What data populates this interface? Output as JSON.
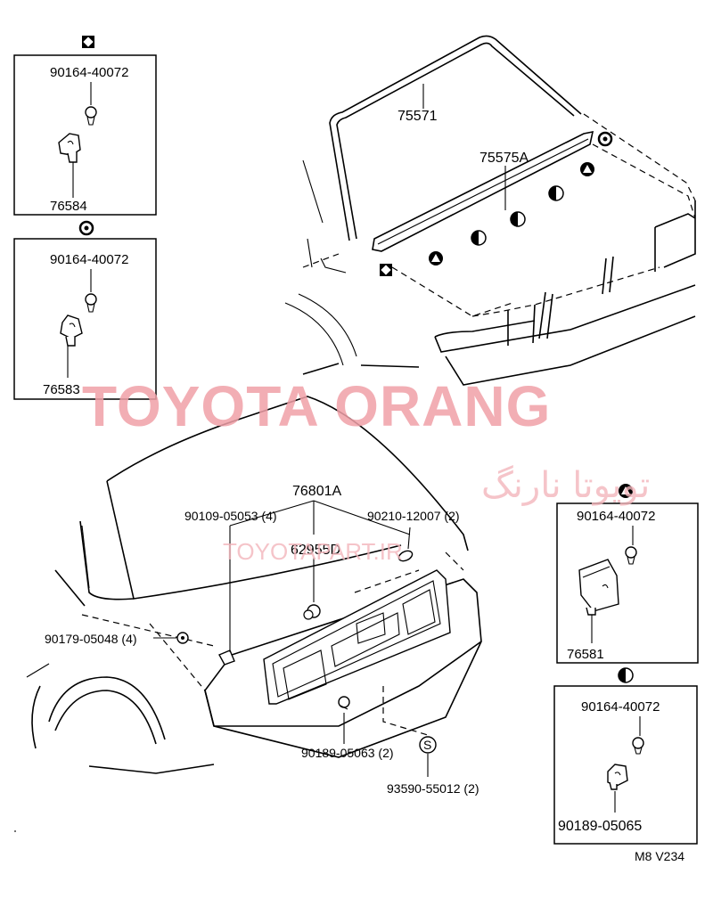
{
  "labels": {
    "p90164_a": "90164-40072",
    "p76584": "76584",
    "p90164_b": "90164-40072",
    "p76583": "76583",
    "p75571": "75571",
    "p75575A": "75575A",
    "p76801A": "76801A",
    "p90109": "90109-05053 (4)",
    "p90210": "90210-12007 (2)",
    "p62955D": "62955D",
    "p90179": "90179-05048 (4)",
    "p90189_63": "90189-05063 (2)",
    "p93590": "93590-55012 (2)",
    "p90164_c": "90164-40072",
    "p76581": "76581",
    "p90164_d": "90164-40072",
    "p90189_65": "90189-05065",
    "diagram_code": "M8  V234",
    "symbol_s": "S"
  },
  "watermark": {
    "brand": "TOYOTA ORANG",
    "persian": "تویوتا نارنگ",
    "url": "TOYOTAPART.IR"
  },
  "colors": {
    "watermark": "#f0a0a8",
    "ink": "#000000"
  }
}
